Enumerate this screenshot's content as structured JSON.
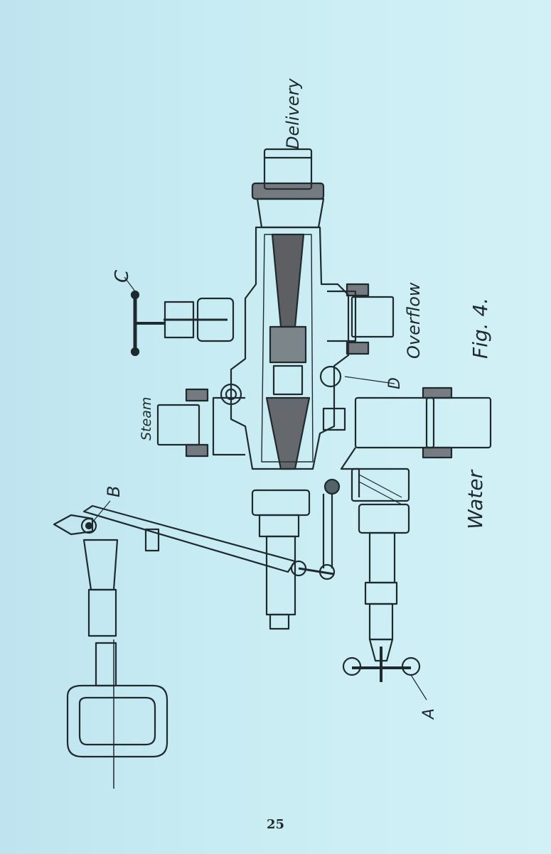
{
  "figure": {
    "caption": "Fig. 4.",
    "labels": {
      "delivery": "Delivery",
      "overflow": "Overflow",
      "steam": "Steam",
      "water": "Water",
      "a": "A",
      "b": "B",
      "c": "C",
      "d": "D"
    }
  },
  "page_number": "25",
  "colors": {
    "background": "#c8ecf3",
    "ink": "#1f2a2e",
    "section_fill": "#3a2f33"
  }
}
